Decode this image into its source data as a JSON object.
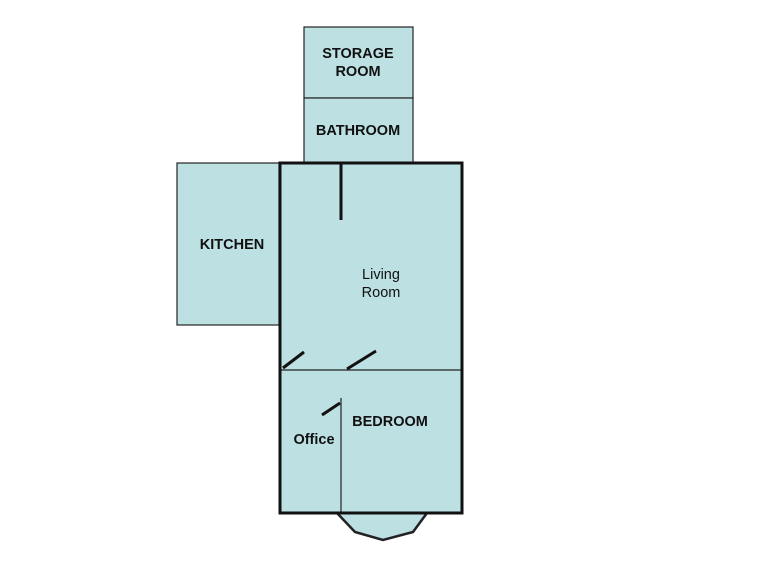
{
  "floor_plan": {
    "rooms": {
      "storage_room": {
        "line1": "STORAGE",
        "line2": "ROOM"
      },
      "bathroom": {
        "label": "BATHROOM"
      },
      "kitchen": {
        "label": "KITCHEN"
      },
      "living_room": {
        "line1": "Living",
        "line2": "Room"
      },
      "bedroom": {
        "label": "BEDROOM"
      },
      "office": {
        "label": "Office"
      }
    },
    "colors": {
      "room_fill": "#bde0e2",
      "wall": "#111111"
    }
  }
}
